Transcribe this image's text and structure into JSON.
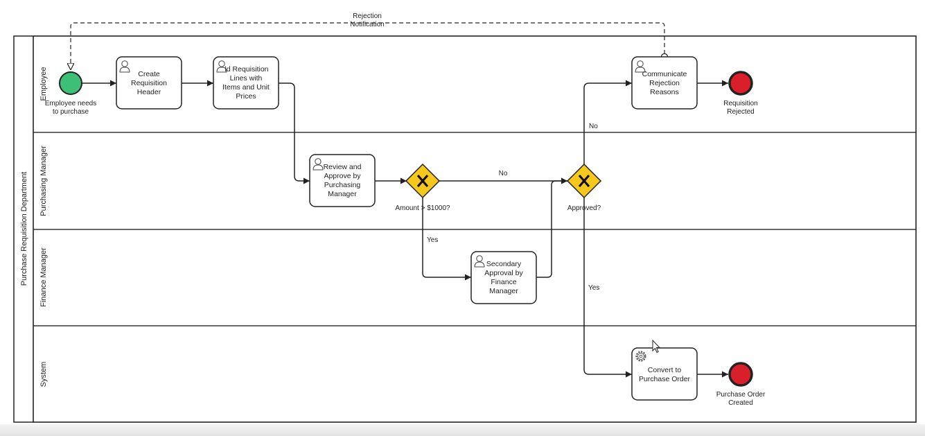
{
  "pool": {
    "name": "Purchase Requisition Department"
  },
  "lanes": [
    {
      "id": "employee",
      "name": "Employee"
    },
    {
      "id": "purchasing",
      "name": "Purchasing Manager"
    },
    {
      "id": "finance",
      "name": "Finance Manager"
    },
    {
      "id": "system",
      "name": "System"
    }
  ],
  "events": {
    "start": {
      "label_lines": [
        "Employee needs",
        "to purchase"
      ],
      "color": "#3dbf78"
    },
    "end_rejected": {
      "label_lines": [
        "Requisition",
        "Rejected"
      ],
      "color": "#d9202a"
    },
    "end_created": {
      "label_lines": [
        "Purchase Order",
        "Created"
      ],
      "color": "#d9202a"
    }
  },
  "tasks": {
    "create": {
      "label_lines": [
        "Create",
        "Requisition",
        "Header"
      ],
      "icon": "user-icon"
    },
    "add_lines": {
      "label_lines": [
        "ld Requisition",
        "Lines with",
        "Items and Unit",
        "Prices"
      ],
      "icon": "user-icon"
    },
    "review": {
      "label_lines": [
        "Review and",
        "Approve by",
        "Purchasing",
        "Manager"
      ],
      "icon": "user-icon"
    },
    "secondary": {
      "label_lines": [
        "Secondary",
        "Approval by",
        "Finance",
        "Manager"
      ],
      "icon": "user-icon"
    },
    "communicate": {
      "label_lines": [
        "Communicate",
        "Rejection",
        "Reasons"
      ],
      "icon": "user-icon"
    },
    "convert": {
      "label_lines": [
        "Convert to",
        "Purchase Order"
      ],
      "icon": "gear-icon"
    }
  },
  "gateways": {
    "amount": {
      "label": "Amount > $1000?",
      "color": "#f5c81b"
    },
    "approved": {
      "label": "Approved?",
      "color": "#f5c81b"
    }
  },
  "flow_labels": {
    "amount_no": "No",
    "amount_yes": "Yes",
    "approved_no": "No",
    "approved_yes": "Yes"
  },
  "message": {
    "label_lines": [
      "Rejection",
      "Notification"
    ]
  }
}
